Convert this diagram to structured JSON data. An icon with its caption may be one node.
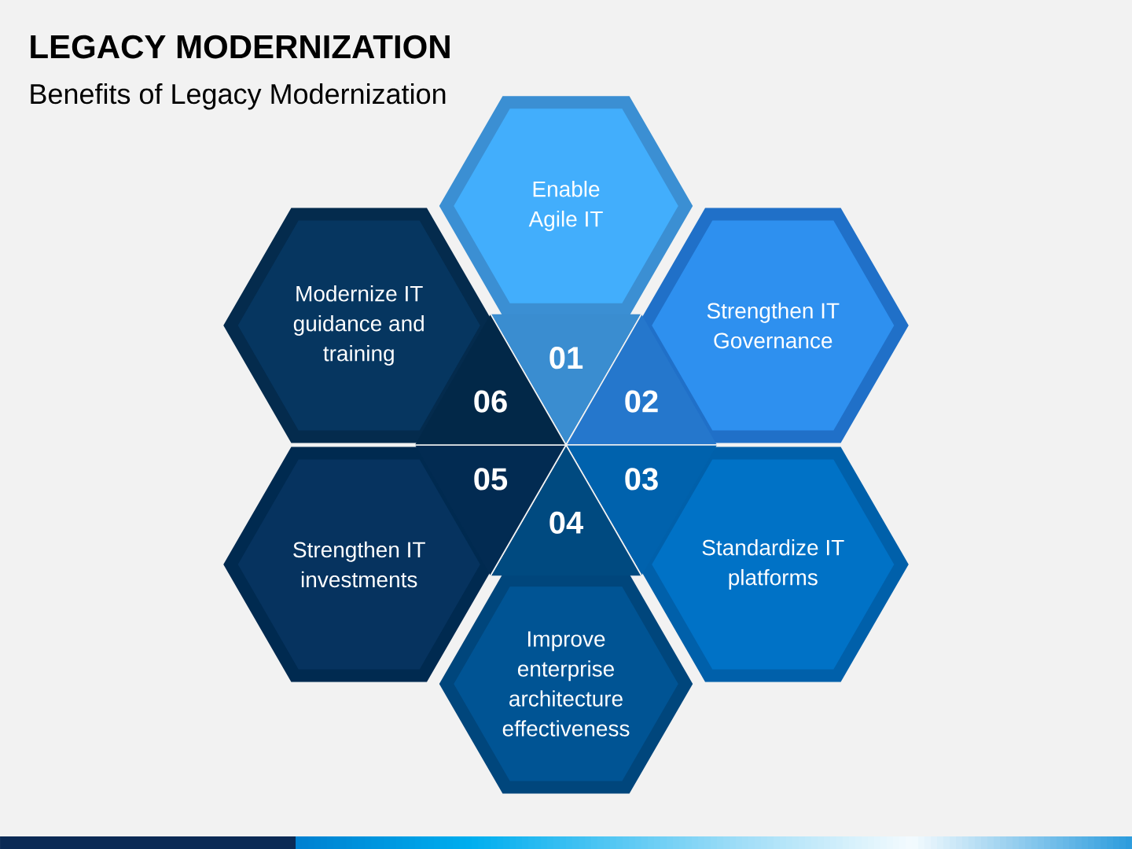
{
  "diagram": {
    "title": "LEGACY MODERNIZATION",
    "nodes": [
      {
        "text": [
          "Enable Agile IT",
          "01"
        ]
      },
      {
        "text": [
          "Strengthen IT Governance",
          "02"
        ]
      },
      {
        "text": [
          "03",
          "Standardize IT platforms"
        ]
      },
      {
        "text": [
          "04",
          "Improve enterprise architecture effectiveness"
        ]
      },
      {
        "text": [
          "05",
          "Strengthen IT investments"
        ]
      },
      {
        "text": [
          "Modernize IT guidance and training",
          "06"
        ]
      }
    ],
    "labels": [
      "Benefits of Legacy Modernization"
    ]
  }
}
